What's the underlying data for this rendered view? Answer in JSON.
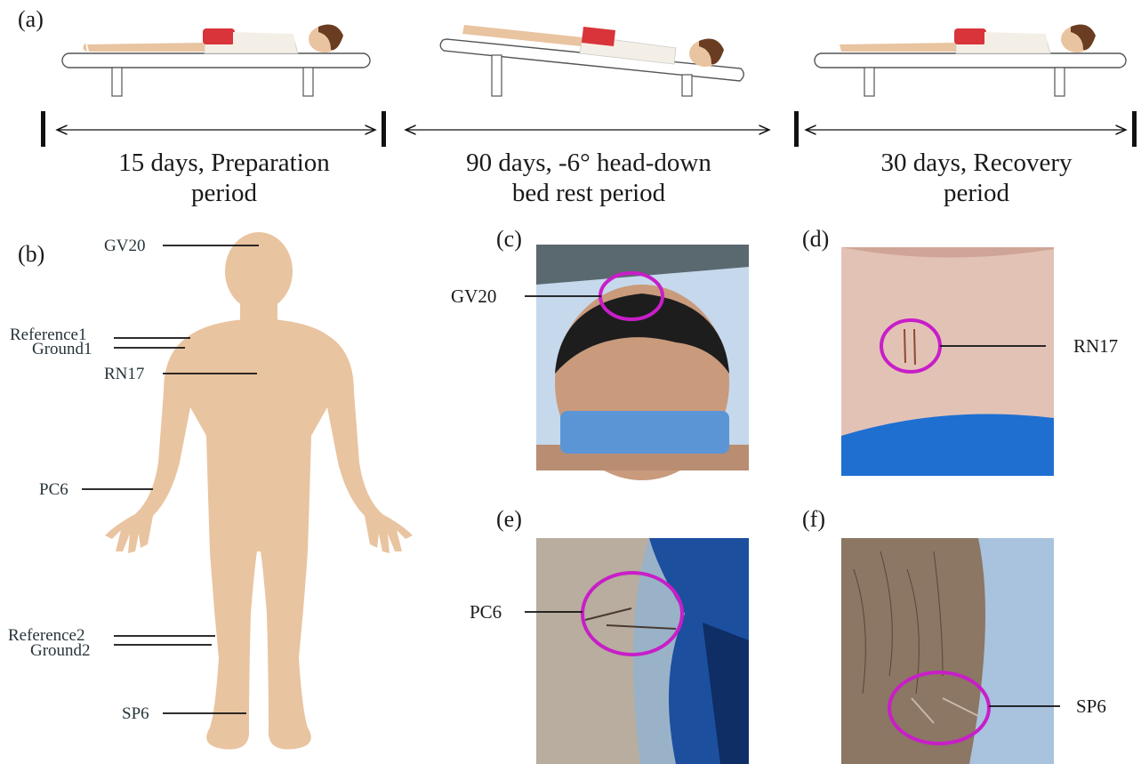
{
  "panels": {
    "a": "(a)",
    "b": "(b)",
    "c": "(c)",
    "d": "(d)",
    "e": "(e)",
    "f": "(f)"
  },
  "periods": [
    {
      "line1": "15 days, Preparation",
      "line2": "period"
    },
    {
      "line1": "90 days, -6°  head-down",
      "line2": "bed rest period"
    },
    {
      "line1": "30 days, Recovery",
      "line2": "period"
    }
  ],
  "body_points": {
    "gv20": "GV20",
    "reference1": "Reference1",
    "ground1": "Ground1",
    "rn17": "RN17",
    "pc6": "PC6",
    "reference2": "Reference2",
    "ground2": "Ground2",
    "sp6": "SP6"
  },
  "photo_points": {
    "c": "GV20",
    "d": "RN17",
    "e": "PC6",
    "f": "SP6"
  },
  "colors": {
    "skin": "#e9c4a0",
    "highlight_circle": "#c81ec8",
    "privacy_bar": "#5b95d6",
    "shorts": "#d8343a"
  }
}
